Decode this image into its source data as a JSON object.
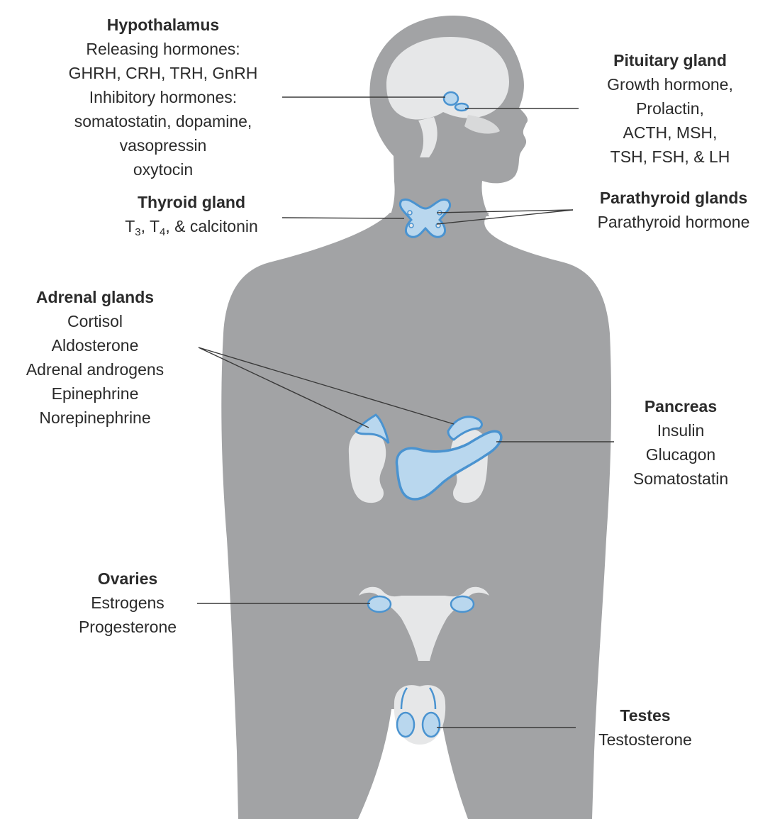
{
  "colors": {
    "body": "#a2a3a5",
    "organ_light": "#e6e7e8",
    "gland_fill": "#b9d7ee",
    "gland_stroke": "#4a93d0",
    "leader": "#3a3a3a",
    "text": "#2b2b2b"
  },
  "labels": {
    "hypothalamus": {
      "title": "Hypothalamus",
      "lines": [
        "Releasing hormones:",
        "GHRH, CRH, TRH, GnRH",
        "Inhibitory hormones:",
        "somatostatin, dopamine,",
        "vasopressin",
        "oxytocin"
      ]
    },
    "pituitary": {
      "title": "Pituitary gland",
      "lines": [
        "Growth hormone,",
        "Prolactin,",
        "ACTH, MSH,",
        "TSH, FSH, & LH"
      ]
    },
    "thyroid": {
      "title": "Thyroid gland",
      "t_letter": "T",
      "t3_sub": "3",
      "t4_sub": "4",
      "sep": ", ",
      "rest": ", & calcitonin"
    },
    "parathyroid": {
      "title": "Parathyroid glands",
      "lines": [
        "Parathyroid hormone"
      ]
    },
    "adrenal": {
      "title": "Adrenal glands",
      "lines": [
        "Cortisol",
        "Aldosterone",
        "Adrenal androgens",
        "Epinephrine",
        "Norepinephrine"
      ]
    },
    "pancreas": {
      "title": "Pancreas",
      "lines": [
        "Insulin",
        "Glucagon",
        "Somatostatin"
      ]
    },
    "ovaries": {
      "title": "Ovaries",
      "lines": [
        "Estrogens",
        "Progesterone"
      ]
    },
    "testes": {
      "title": "Testes",
      "lines": [
        "Testosterone"
      ]
    }
  }
}
